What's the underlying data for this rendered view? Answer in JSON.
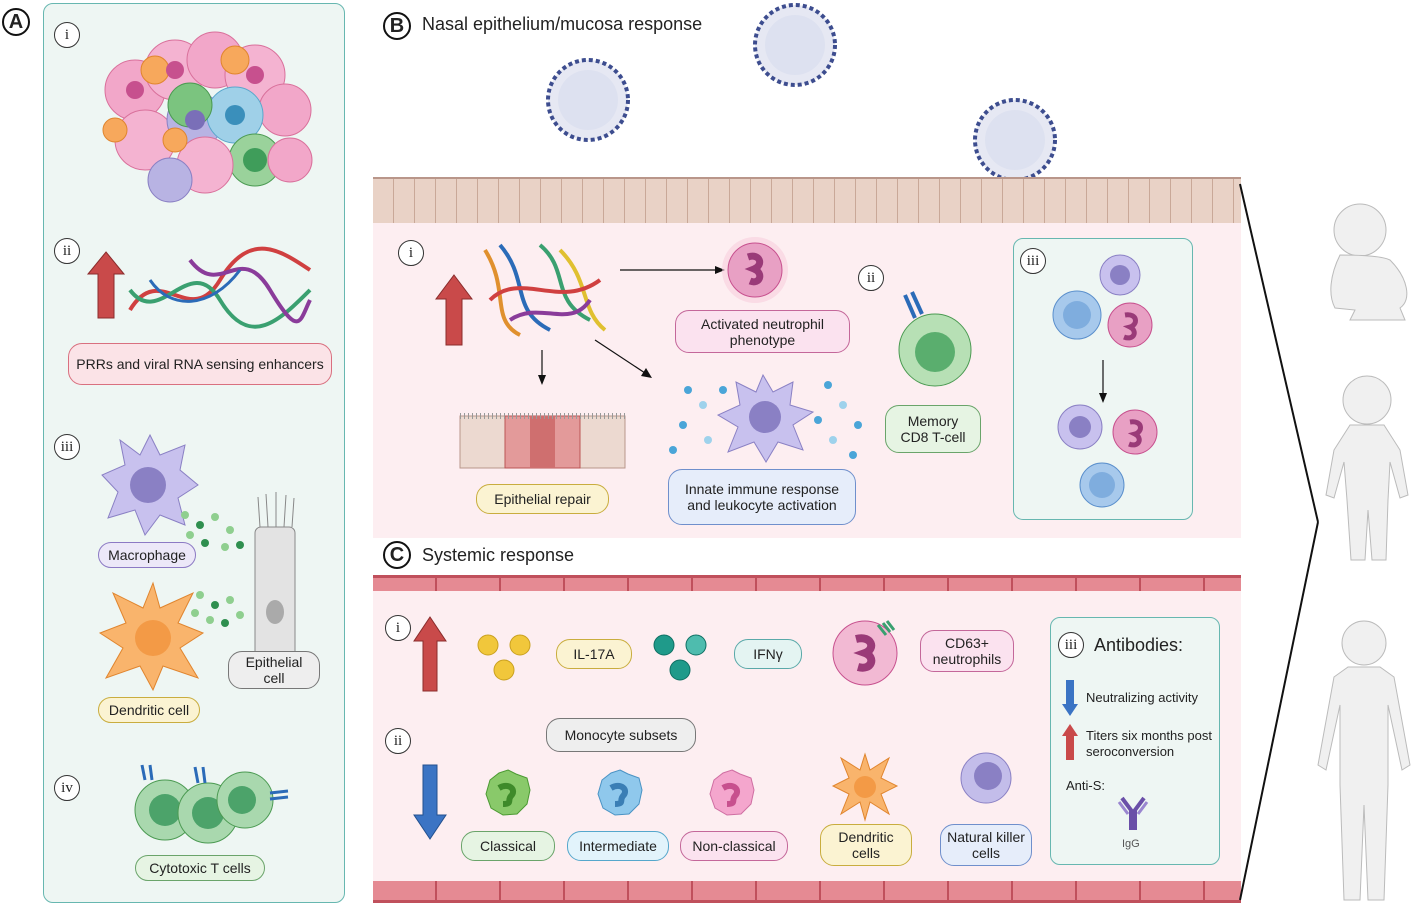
{
  "panel_a": {
    "letter": "A",
    "i_label": "i",
    "ii_label": "ii",
    "iii_label": "iii",
    "iv_label": "iv",
    "prr_text": "PRRs and viral RNA sensing enhancers",
    "macrophage": "Macrophage",
    "dendritic": "Dendritic cell",
    "epithelial": "Epithelial cell",
    "cytotoxic": "Cytotoxic T cells"
  },
  "panel_b": {
    "letter": "B",
    "title": "Nasal epithelium/mucosa response",
    "i_label": "i",
    "ii_label": "ii",
    "iii_label": "iii",
    "neutrophil": "Activated neutrophil phenotype",
    "repair": "Epithelial repair",
    "innate": "Innate immune response and leukocyte activation",
    "memory": "Memory CD8 T-cell"
  },
  "panel_c": {
    "letter": "C",
    "title": "Systemic response",
    "i_label": "i",
    "ii_label": "ii",
    "iii_label": "iii",
    "il17a": "IL-17A",
    "ifng": "IFNγ",
    "cd63": "CD63+ neutrophils",
    "monocyte": "Monocyte subsets",
    "classical": "Classical",
    "intermediate": "Intermediate",
    "nonclassical": "Non-classical",
    "dendritic": "Dendritic cells",
    "nk": "Natural killer cells",
    "antibodies_title": "Antibodies:",
    "neutralizing": "Neutralizing activity",
    "titers": "Titers six months post seroconversion",
    "anti_s": "Anti-S:",
    "igg": "IgG"
  },
  "colors": {
    "up_arrow": "#c94a4a",
    "down_arrow": "#3b74c4",
    "panel_a_bg": "#eef6f3",
    "mucosa_bg": "#fdeef1"
  }
}
